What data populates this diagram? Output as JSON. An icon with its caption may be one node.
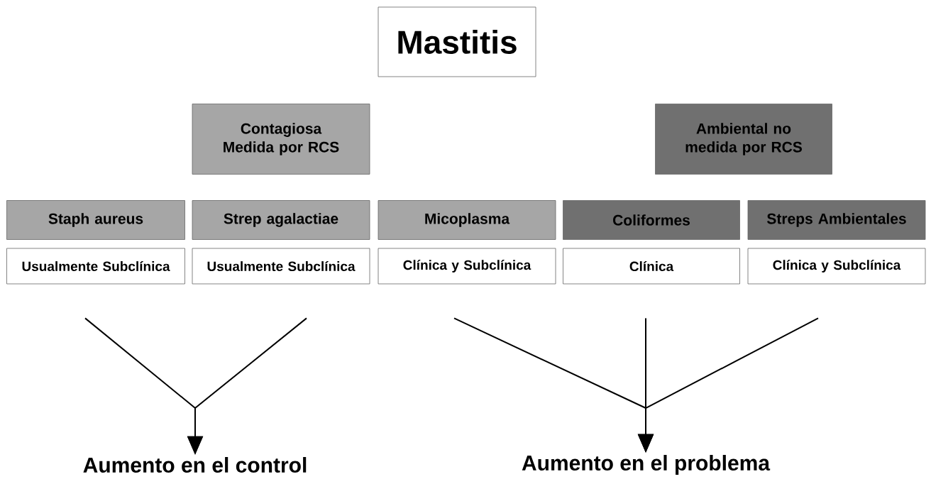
{
  "diagram": {
    "nodes": [
      {
        "text": [
          "Mastitis"
        ]
      },
      {
        "text": [
          "Contagiosa Medida por RCS"
        ]
      },
      {
        "text": [
          "Ambiental no medida por RCS"
        ]
      },
      {
        "text": [
          "Staph aureus"
        ]
      },
      {
        "text": [
          "Strep agalactiae"
        ]
      },
      {
        "text": [
          "Micoplasma"
        ]
      },
      {
        "text": [
          "Coliformes"
        ]
      },
      {
        "text": [
          "Streps Ambientales"
        ]
      },
      {
        "text": [
          "Usualmente Subclínica"
        ]
      },
      {
        "text": [
          "Usualmente Subclínica"
        ]
      },
      {
        "text": [
          "Clínica y Subclínica"
        ]
      },
      {
        "text": [
          "Clínica"
        ]
      },
      {
        "text": [
          "Clínica y Subclínica"
        ]
      },
      {
        "text": [
          "Aumento en el control"
        ]
      },
      {
        "text": [
          "Aumento en el problema"
        ]
      }
    ],
    "edges": [
      {
        "from": 8,
        "to": 13,
        "arrow": "to"
      },
      {
        "from": 9,
        "to": 13,
        "arrow": "to"
      },
      {
        "from": 10,
        "to": 14,
        "arrow": "to"
      },
      {
        "from": 11,
        "to": 14,
        "arrow": "to"
      },
      {
        "from": 12,
        "to": 14,
        "arrow": "to"
      }
    ]
  }
}
